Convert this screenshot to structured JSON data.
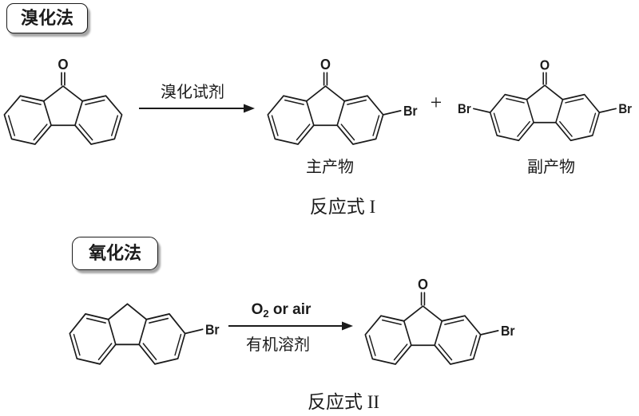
{
  "colors": {
    "ink": "#1b1b1b",
    "box_border": "#1b1b1b",
    "box_shadow": "#a6a6a6",
    "background": "#ffffff"
  },
  "atoms": {
    "oxygen": "O",
    "bromine": "Br"
  },
  "scheme_bromination": {
    "method_title": "溴化法",
    "arrow_reagent": "溴化试剂",
    "plus": "+",
    "main_product_caption": "主产物",
    "byproduct_caption": "副产物",
    "equation_caption": "反应式 I"
  },
  "scheme_oxidation": {
    "method_title": "氧化法",
    "oxidant_formula": {
      "base": "O",
      "subscript": "2",
      "suffix": " or air"
    },
    "solvent": "有机溶剂",
    "equation_caption": "反应式 II"
  }
}
